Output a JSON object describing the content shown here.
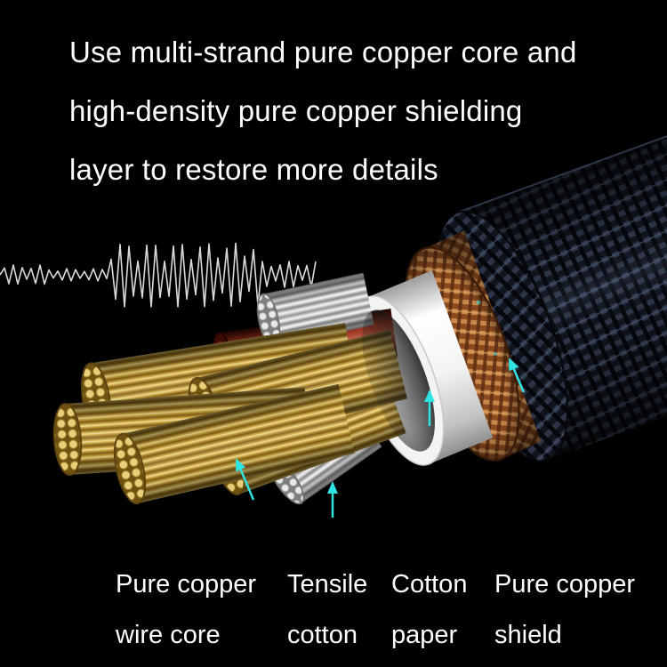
{
  "heading": {
    "lines": [
      "Use multi-strand pure copper core and",
      "high-density pure copper shielding",
      "layer to restore more details"
    ]
  },
  "callouts": [
    {
      "line1": "Pure copper",
      "line2": "wire core"
    },
    {
      "line1": "Tensile",
      "line2": "cotton"
    },
    {
      "line1": "Cotton",
      "line2": "paper"
    },
    {
      "line1": "Pure copper",
      "line2": "shield"
    }
  ],
  "colors": {
    "background": "#000000",
    "heading_text": "#ffffff",
    "label_text": "#ffffff",
    "arrow": "#2fe3e3",
    "copper_braid": "#8a4a20",
    "gold_strand": "#d9b44a",
    "silver_strand": "#d8d8d8",
    "red_insulation": "#8a2414",
    "cotton_paper": "#f2f2f2",
    "outer_jacket": "#1a2230"
  }
}
